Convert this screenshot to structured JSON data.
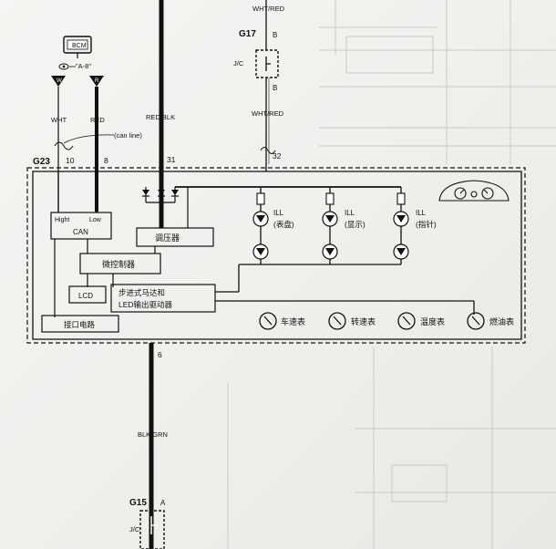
{
  "labels": {
    "bcm": "BCM",
    "a8": "\"A-8\"",
    "wht": "WHT",
    "red": "RED",
    "can_line": "(can line)",
    "g23": "G23",
    "pin10": "10",
    "pin8": "8",
    "red_blk": "RED/BLK",
    "pin31": "31",
    "g17": "G17",
    "top_wire": "WHT/RED",
    "b_top": "B",
    "jc_top": "J/C",
    "b_bottom": "B",
    "wht_red": "WHT/RED",
    "pin32": "32",
    "hight": "Hight",
    "low": "Low",
    "can": "CAN",
    "regulator": "调压器",
    "mcu": "微控制器",
    "lcd": "LCD",
    "stepper_line1": "步进式马达和",
    "stepper_line2": "LED输出驱动器",
    "interface": "接口电路",
    "ill1_a": "ILL",
    "ill1_b": "(表盘)",
    "ill2_a": "ILL",
    "ill2_b": "(显示)",
    "ill3_a": "ILL",
    "ill3_b": "(指针)",
    "gauge_speed": "车速表",
    "gauge_tach": "转速表",
    "gauge_temp": "温度表",
    "gauge_fuel": "燃油表",
    "pin6": "6",
    "blk_grn": "BLK/GRN",
    "g15": "G15",
    "a": "A",
    "jc_bottom": "J/C"
  }
}
